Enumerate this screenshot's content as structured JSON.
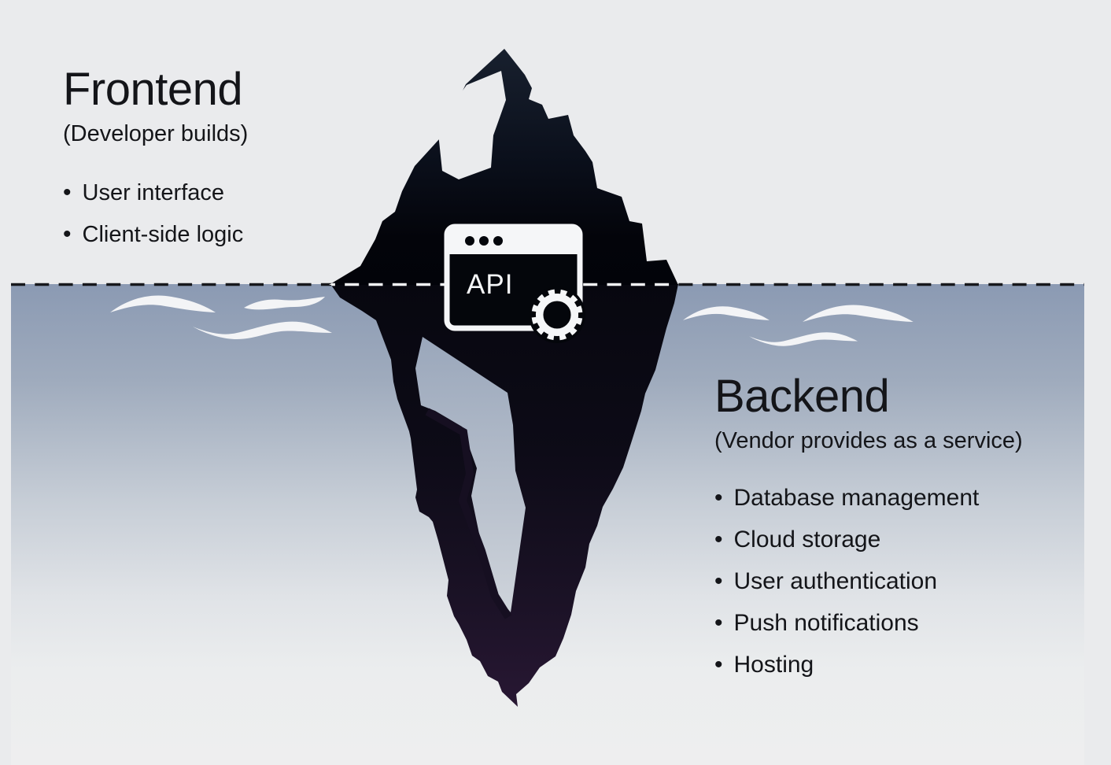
{
  "frontend": {
    "title": "Frontend",
    "subtitle": "(Developer builds)",
    "items": [
      "User interface",
      "Client-side logic"
    ]
  },
  "backend": {
    "title": "Backend",
    "subtitle": "(Vendor provides as a service)",
    "items": [
      "Database management",
      "Cloud storage",
      "User authentication",
      "Push notifications",
      "Hosting"
    ]
  },
  "api_window": {
    "label": "API"
  },
  "bullet_glyph": "•",
  "icons": {
    "api_window": "browser-window-icon",
    "gear": "gear-icon",
    "window_dots": "window-dots-icon",
    "wave": "wave-icon"
  },
  "colors": {
    "background": "#eaebed",
    "text": "#141519",
    "water_top": "#8b9ab3",
    "water_bottom": "#eeeeef",
    "iceberg_top": "#18202e",
    "iceberg_black": "#04060c",
    "iceberg_deep": "#281733",
    "wave": "#f3f4f6",
    "icon_white": "#f5f6f8",
    "dash_dark": "#17181c",
    "dash_light": "#f2f3f5"
  }
}
